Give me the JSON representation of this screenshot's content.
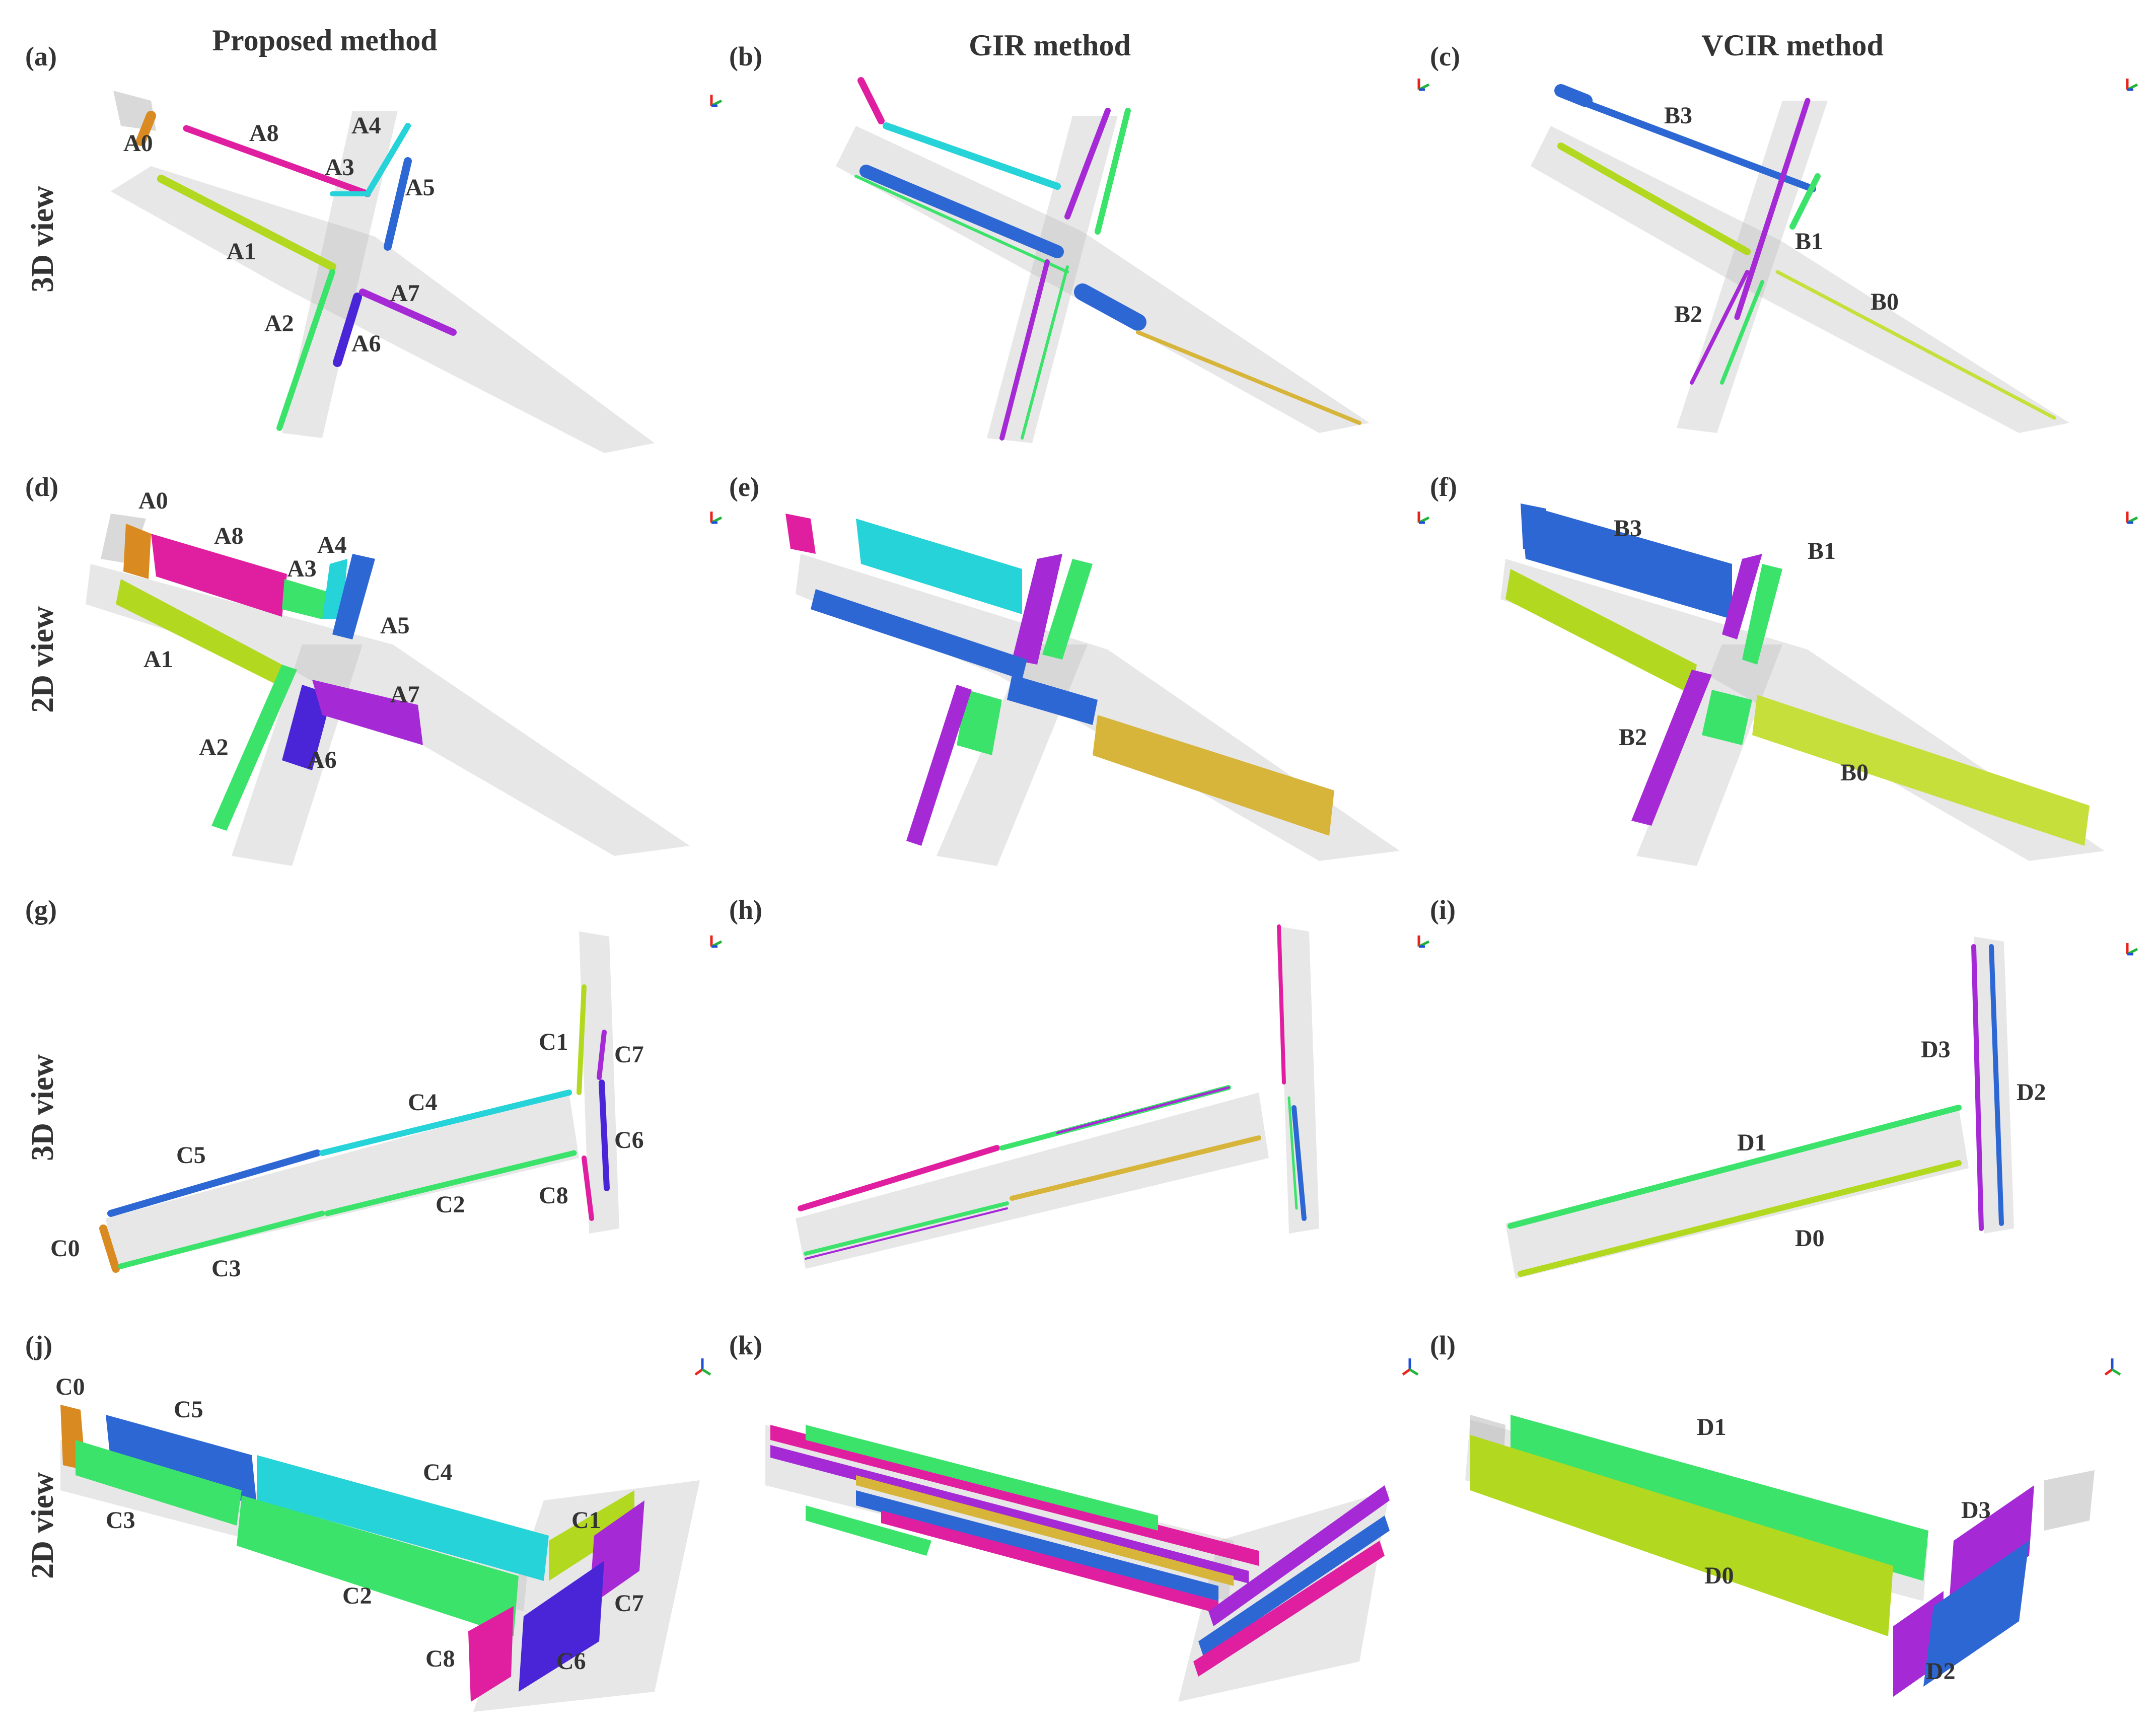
{
  "colors": {
    "grey": "#b9b9b9",
    "orange": "#d98a20",
    "magenta": "#e01fa0",
    "cyan": "#25d3d8",
    "lime": "#b2d81f",
    "green": "#3be36b",
    "blue": "#2d67d4",
    "purple": "#a52ad6",
    "indigo": "#4a25d8",
    "gold": "#d7b43a",
    "yellowgreen": "#c6df3b",
    "axis_red": "#e8231b",
    "axis_green": "#1fb33a",
    "axis_blue": "#2050d8"
  },
  "columns": [
    {
      "title": "Proposed method"
    },
    {
      "title": "GIR method"
    },
    {
      "title": "VCIR method"
    }
  ],
  "row_labels": [
    {
      "text": "3D view"
    },
    {
      "text": "2D view"
    },
    {
      "text": "3D view"
    },
    {
      "text": "2D view"
    }
  ],
  "panels": [
    {
      "id": "a",
      "label": "(a)",
      "segments": [
        "A0",
        "A1",
        "A2",
        "A3",
        "A4",
        "A5",
        "A6",
        "A7",
        "A8"
      ]
    },
    {
      "id": "b",
      "label": "(b)",
      "segments": []
    },
    {
      "id": "c",
      "label": "(c)",
      "segments": [
        "B0",
        "B1",
        "B2",
        "B3"
      ]
    },
    {
      "id": "d",
      "label": "(d)",
      "segments": [
        "A0",
        "A1",
        "A2",
        "A3",
        "A4",
        "A5",
        "A6",
        "A7",
        "A8"
      ]
    },
    {
      "id": "e",
      "label": "(e)",
      "segments": []
    },
    {
      "id": "f",
      "label": "(f)",
      "segments": [
        "B0",
        "B1",
        "B2",
        "B3"
      ]
    },
    {
      "id": "g",
      "label": "(g)",
      "segments": [
        "C0",
        "C1",
        "C2",
        "C3",
        "C4",
        "C5",
        "C6",
        "C7",
        "C8"
      ]
    },
    {
      "id": "h",
      "label": "(h)",
      "segments": []
    },
    {
      "id": "i",
      "label": "(i)",
      "segments": [
        "D0",
        "D1",
        "D2",
        "D3"
      ]
    },
    {
      "id": "j",
      "label": "(j)",
      "segments": [
        "C0",
        "C1",
        "C2",
        "C3",
        "C4",
        "C5",
        "C6",
        "C7",
        "C8"
      ]
    },
    {
      "id": "k",
      "label": "(k)",
      "segments": []
    },
    {
      "id": "l",
      "label": "(l)",
      "segments": [
        "D0",
        "D1",
        "D2",
        "D3"
      ]
    }
  ]
}
